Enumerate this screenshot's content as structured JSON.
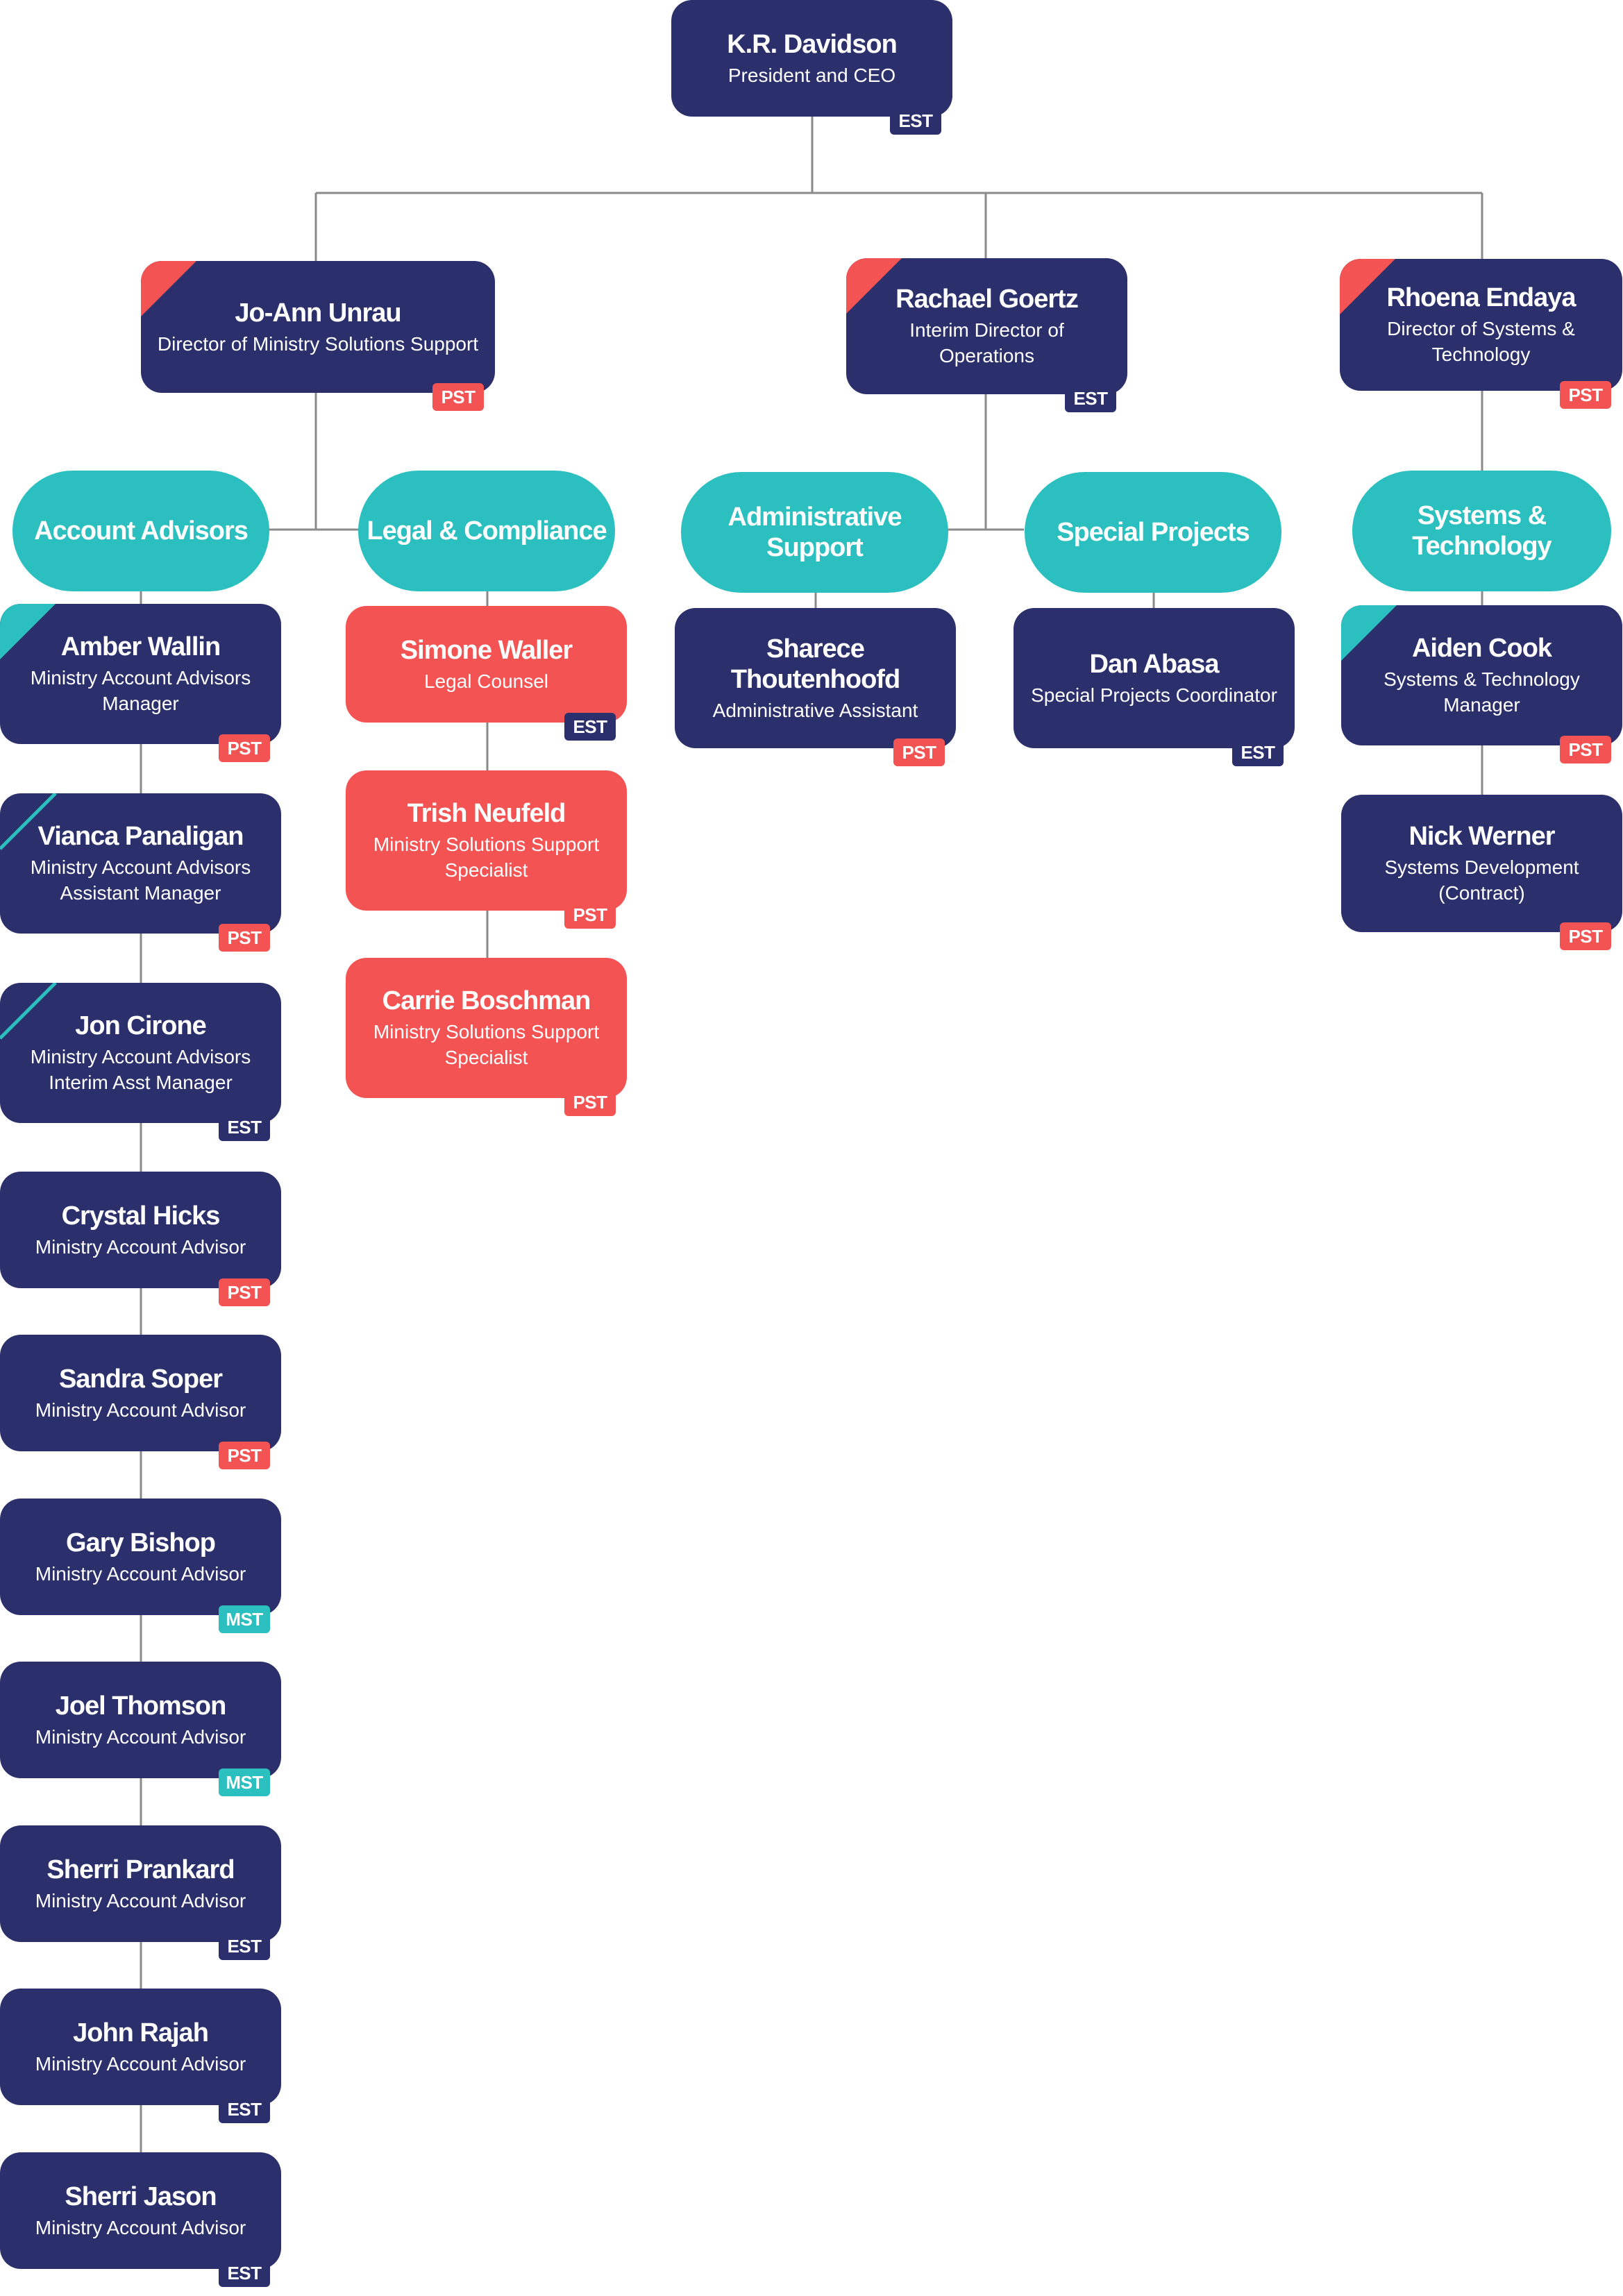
{
  "colors": {
    "card": "#2b2f6b",
    "card_highlight": "#f45353",
    "department": "#2bbfbf",
    "line": "#8a8a8a",
    "timezones": {
      "EST": "#2b2f6b",
      "PST": "#f45353",
      "MST": "#2bbfbf"
    }
  },
  "president": {
    "name": "K.R. Davidson",
    "title": "President and CEO",
    "tz": "EST"
  },
  "directors": [
    {
      "name": "Jo-Ann Unrau",
      "title": "Director of Ministry Solutions Support",
      "tz": "PST",
      "marker": "red-corner-icon"
    },
    {
      "name": "Rachael Goertz",
      "title": "Interim Director of Operations",
      "tz": "EST",
      "marker": "red-corner-icon"
    },
    {
      "name": "Rhoena Endaya",
      "title": "Director of Systems & Technology",
      "tz": "PST",
      "marker": "red-corner-icon"
    }
  ],
  "departments": [
    {
      "name": "Account Advisors"
    },
    {
      "name": "Legal & Compliance"
    },
    {
      "name": "Administrative Support"
    },
    {
      "name": "Special Projects"
    },
    {
      "name": "Systems & Technology"
    }
  ],
  "account_advisors": [
    {
      "name": "Amber Wallin",
      "title": "Ministry Account Advisors Manager",
      "tz": "PST",
      "marker": "teal-filled-corner-icon"
    },
    {
      "name": "Vianca Panaligan",
      "title": "Ministry Account Advisors Assistant Manager",
      "tz": "PST",
      "marker": "teal-outline-corner-icon"
    },
    {
      "name": "Jon Cirone",
      "title": "Ministry Account Advisors Interim Asst Manager",
      "tz": "EST",
      "marker": "teal-outline-corner-icon"
    },
    {
      "name": "Crystal Hicks",
      "title": "Ministry Account Advisor",
      "tz": "PST"
    },
    {
      "name": "Sandra Soper",
      "title": "Ministry Account Advisor",
      "tz": "PST"
    },
    {
      "name": "Gary Bishop",
      "title": "Ministry Account Advisor",
      "tz": "MST"
    },
    {
      "name": "Joel Thomson",
      "title": "Ministry Account Advisor",
      "tz": "MST"
    },
    {
      "name": "Sherri Prankard",
      "title": "Ministry Account Advisor",
      "tz": "EST"
    },
    {
      "name": "John Rajah",
      "title": "Ministry Account Advisor",
      "tz": "EST"
    },
    {
      "name": "Sherri Jason",
      "title": "Ministry Account Advisor",
      "tz": "EST"
    }
  ],
  "legal_compliance": [
    {
      "name": "Simone Waller",
      "title": "Legal Counsel",
      "tz": "EST"
    },
    {
      "name": "Trish Neufeld",
      "title": "Ministry Solutions Support Specialist",
      "tz": "PST"
    },
    {
      "name": "Carrie Boschman",
      "title": "Ministry Solutions Support Specialist",
      "tz": "PST"
    }
  ],
  "administrative_support": [
    {
      "name": "Sharece Thoutenhoofd",
      "title": "Administrative Assistant",
      "tz": "PST"
    }
  ],
  "special_projects": [
    {
      "name": "Dan Abasa",
      "title": "Special Projects Coordinator",
      "tz": "EST"
    }
  ],
  "systems_technology": [
    {
      "name": "Aiden Cook",
      "title": "Systems & Technology Manager",
      "tz": "PST",
      "marker": "teal-filled-corner-icon"
    },
    {
      "name": "Nick Werner",
      "title": "Systems Development (Contract)",
      "tz": "PST"
    }
  ]
}
